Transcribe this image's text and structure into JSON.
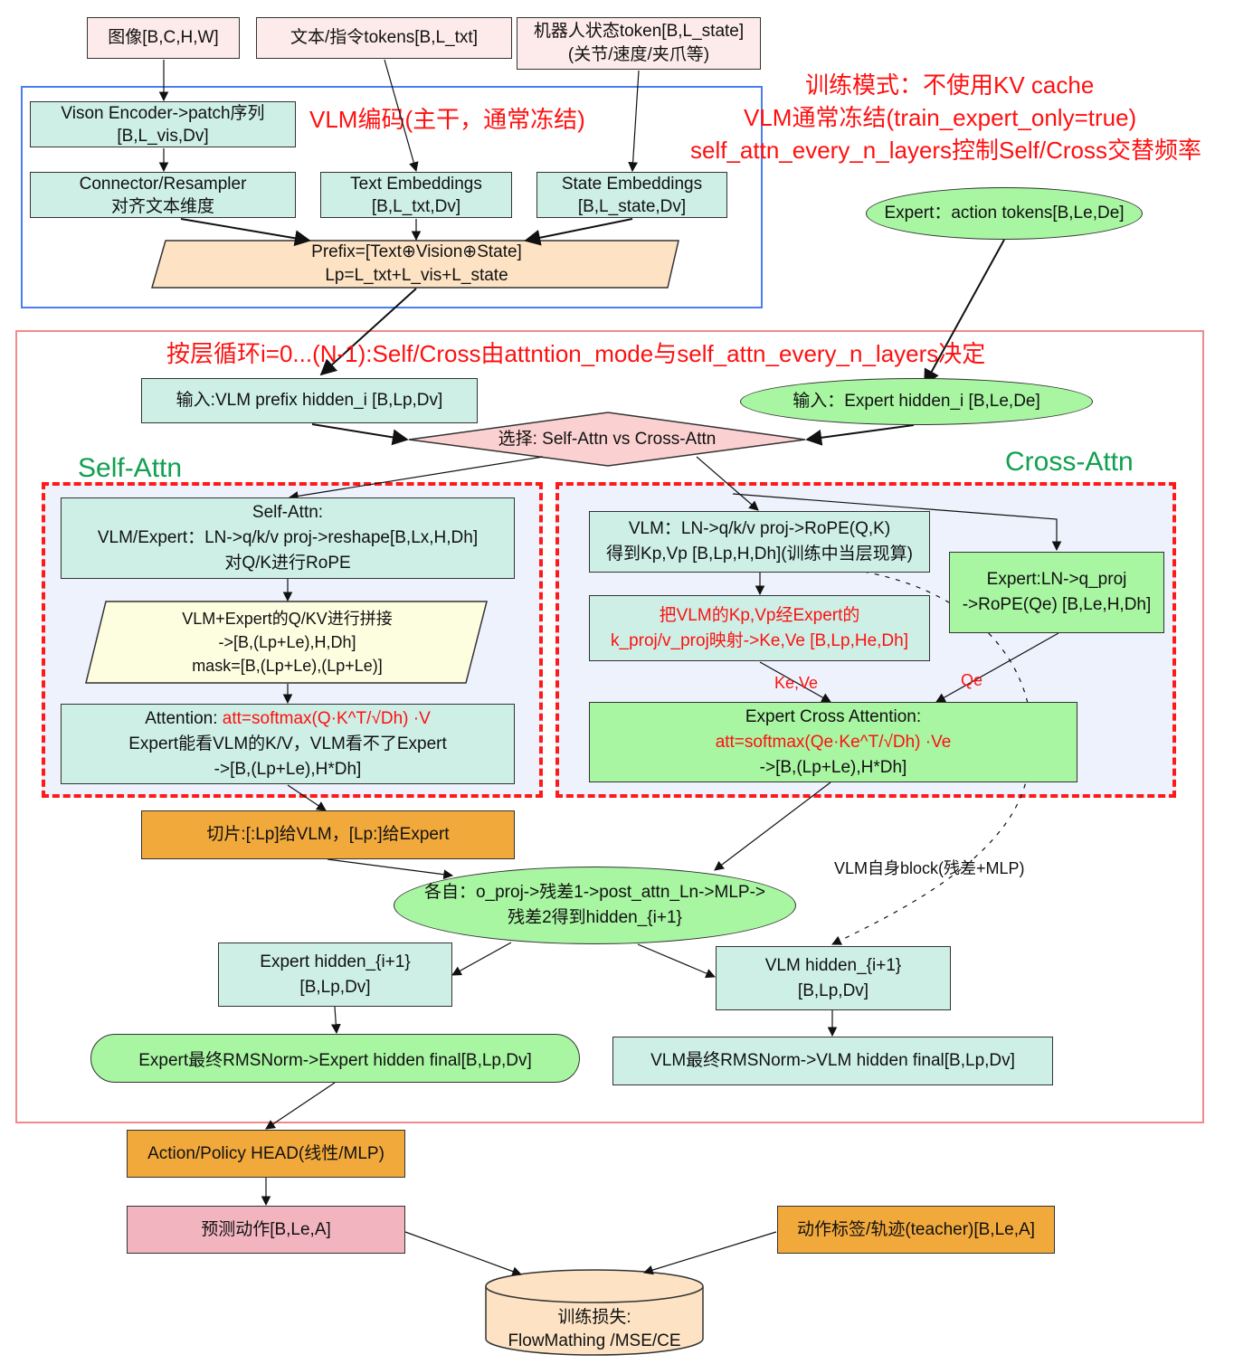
{
  "inputs": {
    "image": "图像[B,C,H,W]",
    "text": "文本/指令tokens[B,L_txt]",
    "state_line1": "机器人状态token[B,L_state]",
    "state_line2": "(关节/速度/夹爪等)"
  },
  "training_notes": {
    "line1": "训练模式：不使用KV cache",
    "line2": "VLM通常冻结(train_expert_only=true)",
    "line3": "self_attn_every_n_layers控制Self/Cross交替频率"
  },
  "vlm_encode": {
    "title": "VLM编码(主干，通常冻结)",
    "vision_encoder_l1": "Vison Encoder->patch序列",
    "vision_encoder_l2": "[B,L_vis,Dv]",
    "connector_l1": "Connector/Resampler",
    "connector_l2": "对齐文本维度",
    "text_emb_l1": "Text Embeddings",
    "text_emb_l2": "[B,L_txt,Dv]",
    "state_emb_l1": "State Embeddings",
    "state_emb_l2": "[B,L_state,Dv]",
    "prefix_l1": "Prefix=[Text⊕Vision⊕State]",
    "prefix_l2": "Lp=L_txt+L_vis+L_state"
  },
  "expert_tokens": "Expert：action tokens[B,Le,De]",
  "loop": {
    "title": "按层循环i=0...(N-1):Self/Cross由attntion_mode与self_attn_every_n_layers决定",
    "vlm_input": "输入:VLM prefix hidden_i [B,Lp,Dv]",
    "expert_input": "输入：Expert hidden_i  [B,Le,De]",
    "select": "选择: Self-Attn vs Cross-Attn"
  },
  "self_attn": {
    "label": "Self-Attn",
    "box1_l1": "Self-Attn:",
    "box1_l2": "VLM/Expert：LN->q/k/v proj->reshape[B,Lx,H,Dh]",
    "box1_l3": "对Q/K进行RoPE",
    "concat_l1": "VLM+Expert的Q/KV进行拼接",
    "concat_l2": "->[B,(Lp+Le),H,Dh]",
    "concat_l3": "mask=[B,(Lp+Le),(Lp+Le)]",
    "att_prefix": "Attention: ",
    "att_formula": "att=softmax(Q·K^T/√Dh) ·V",
    "att_l2": "Expert能看VLM的K/V，VLM看不了Expert",
    "att_l3": "->[B,(Lp+Le),H*Dh]"
  },
  "cross_attn": {
    "label": "Cross-Attn",
    "vlm_l1": "VLM：LN->q/k/v proj->RoPE(Q,K)",
    "vlm_l2": "得到Kp,Vp [B,Lp,H,Dh](训练中当层现算)",
    "proj_l1": "把VLM的Kp,Vp经Expert的",
    "proj_l2": "k_proj/v_proj映射->Ke,Ve [B,Lp,He,Dh]",
    "expert_l1": "Expert:LN->q_proj",
    "expert_l2": "->RoPE(Qe) [B,Le,H,Dh]",
    "ke_ve": "Ke,Ve",
    "qe": "Qe",
    "att_l1": "Expert Cross Attention:",
    "att_formula": "att=softmax(Qe·Ke^T/√Dh) ·Ve",
    "att_l3": "->[B,(Lp+Le),H*Dh]"
  },
  "slice": "切片:[:Lp]给VLM，[Lp:]给Expert",
  "vlm_block": "VLM自身block(残差+MLP)",
  "residual_l1": "各自：o_proj->残差1->post_attn_Ln->MLP->",
  "residual_l2": "残差2得到hidden_{i+1}",
  "expert_next_l1": "Expert hidden_{i+1}",
  "expert_next_l2": "[B,Lp,Dv]",
  "vlm_next_l1": "VLM hidden_{i+1}",
  "vlm_next_l2": "[B,Lp,Dv]",
  "expert_final": "Expert最终RMSNorm->Expert hidden final[B,Lp,Dv]",
  "vlm_final": "VLM最终RMSNorm->VLM hidden final[B,Lp,Dv]",
  "action_head": "Action/Policy HEAD(线性/MLP)",
  "predict": "预测动作[B,Le,A]",
  "labels": "动作标签/轨迹(teacher)[B,Le,A]",
  "loss_l1": "训练损失:",
  "loss_l2": "FlowMathing /MSE/CE",
  "colors": {
    "region_blue": "#4a7df0",
    "region_red": "#f08a8a",
    "dash_red": "#ff1a1a",
    "teal": "#cdefe6",
    "green": "#a8f5a2",
    "orange": "#f2a93c",
    "rose": "#f2b5c0",
    "pink": "#fdeaea",
    "prefix": "#fde3c4",
    "concat": "#fdfde0",
    "select": "#fbd0d0",
    "loss": "#fde3c4"
  }
}
